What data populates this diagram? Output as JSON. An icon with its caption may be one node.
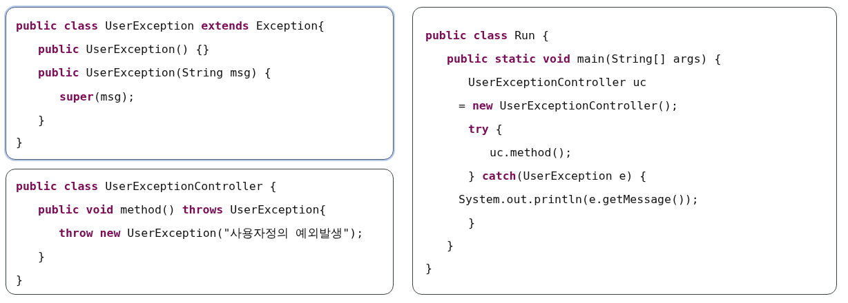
{
  "diagram": {
    "nodes": [
      {
        "text": [
          "**public** **class** UserException **extends** Exception{",
          "**public** UserException() {}",
          "**public** UserException(String msg) {",
          "**super**(msg);",
          "}",
          "}"
        ]
      },
      {
        "text": [
          "**public** **class** UserExceptionController {",
          "**public** **void** method() **throws** UserException{",
          "**throw** **new** UserException(\"사용자정의 예외발생\");",
          "}",
          "}"
        ]
      },
      {
        "text": [
          "**public** **class** Run {",
          "**public** **static** **void** main(String[] args) {",
          "UserExceptionController uc",
          "= **new** UserExceptionController();",
          "**try** {",
          "uc.method();",
          "} **catch**(UserException e) {",
          "System.out.println(e.getMessage());",
          "}",
          "}",
          "}"
        ]
      }
    ]
  }
}
